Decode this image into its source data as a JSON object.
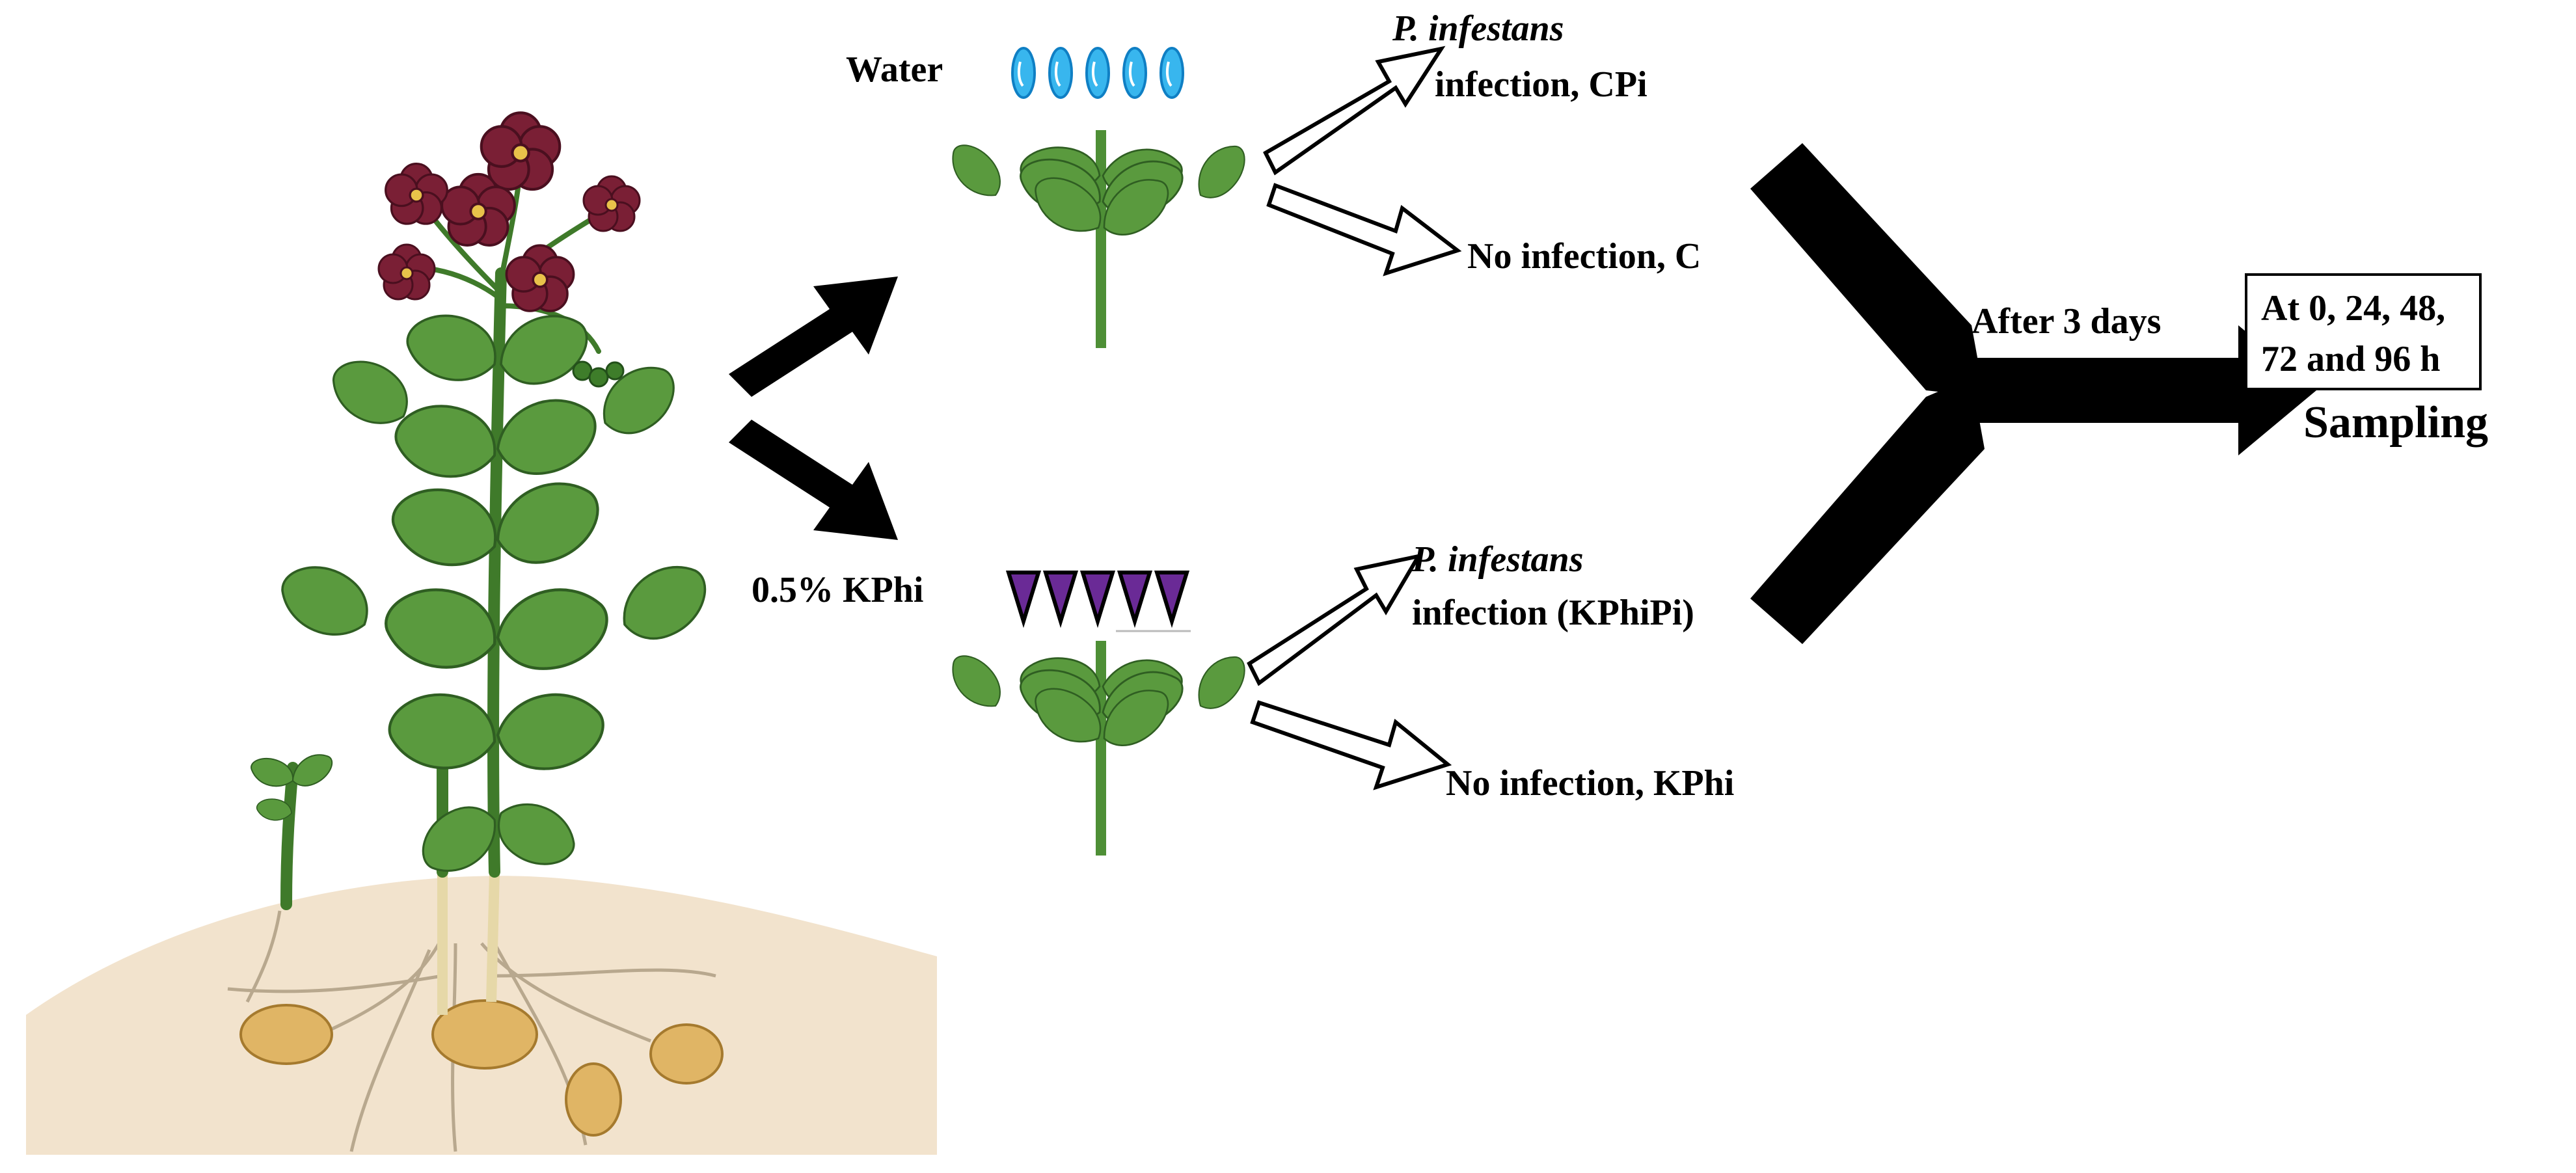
{
  "treatments": {
    "water": {
      "label": "Water"
    },
    "kphi": {
      "label": "0.5% KPhi"
    }
  },
  "outcomes": {
    "water_infected": {
      "species": "P. infestans",
      "text": "infection, CPi"
    },
    "water_control": {
      "text": "No infection, C"
    },
    "kphi_infected": {
      "species": "P. infestans",
      "text": "infection (KPhiPi)"
    },
    "kphi_control": {
      "text": "No infection, KPhi"
    }
  },
  "timing": {
    "label": "After 3 days"
  },
  "sampling": {
    "times_line1": "At 0, 24, 48,",
    "times_line2": "72 and 96 h",
    "label": "Sampling"
  },
  "colors": {
    "water_drop": "#38b6ee",
    "kphi_drop": "#6a2a96",
    "leaf": "#5a9a3e",
    "leaf_dark": "#2f5e22",
    "stem": "#4e8f36",
    "soil": "#f2e3cd",
    "tuber": "#e0b565",
    "flower": "#7a1f35",
    "arrow": "#000000"
  },
  "icons": [
    "potato-plant-illustration",
    "water-drop-icon",
    "kphi-drop-icon",
    "leaflet-shoot-icon"
  ]
}
